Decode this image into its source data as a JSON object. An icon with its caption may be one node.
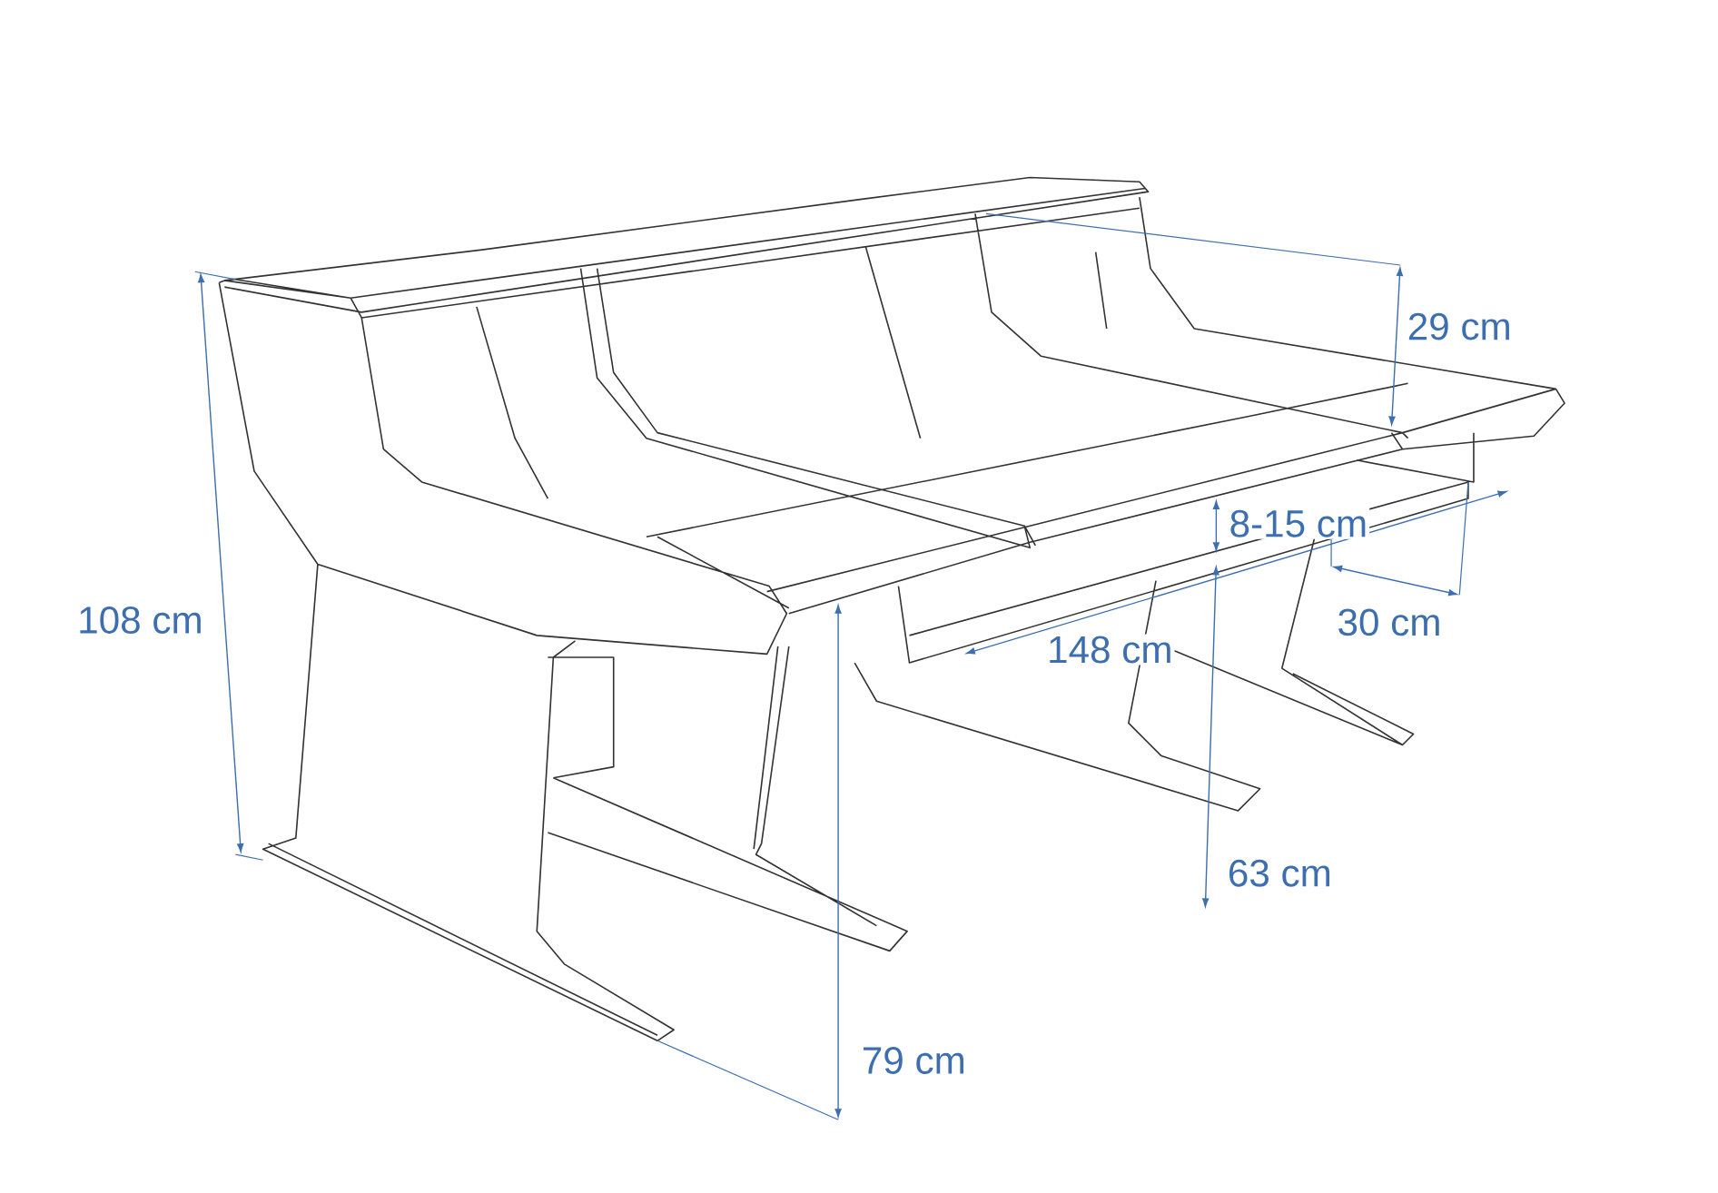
{
  "diagram": {
    "labels": [
      "29 cm",
      "108 cm",
      "8-15 cm",
      "30 cm",
      "148 cm",
      "63 cm",
      "79 cm"
    ]
  }
}
